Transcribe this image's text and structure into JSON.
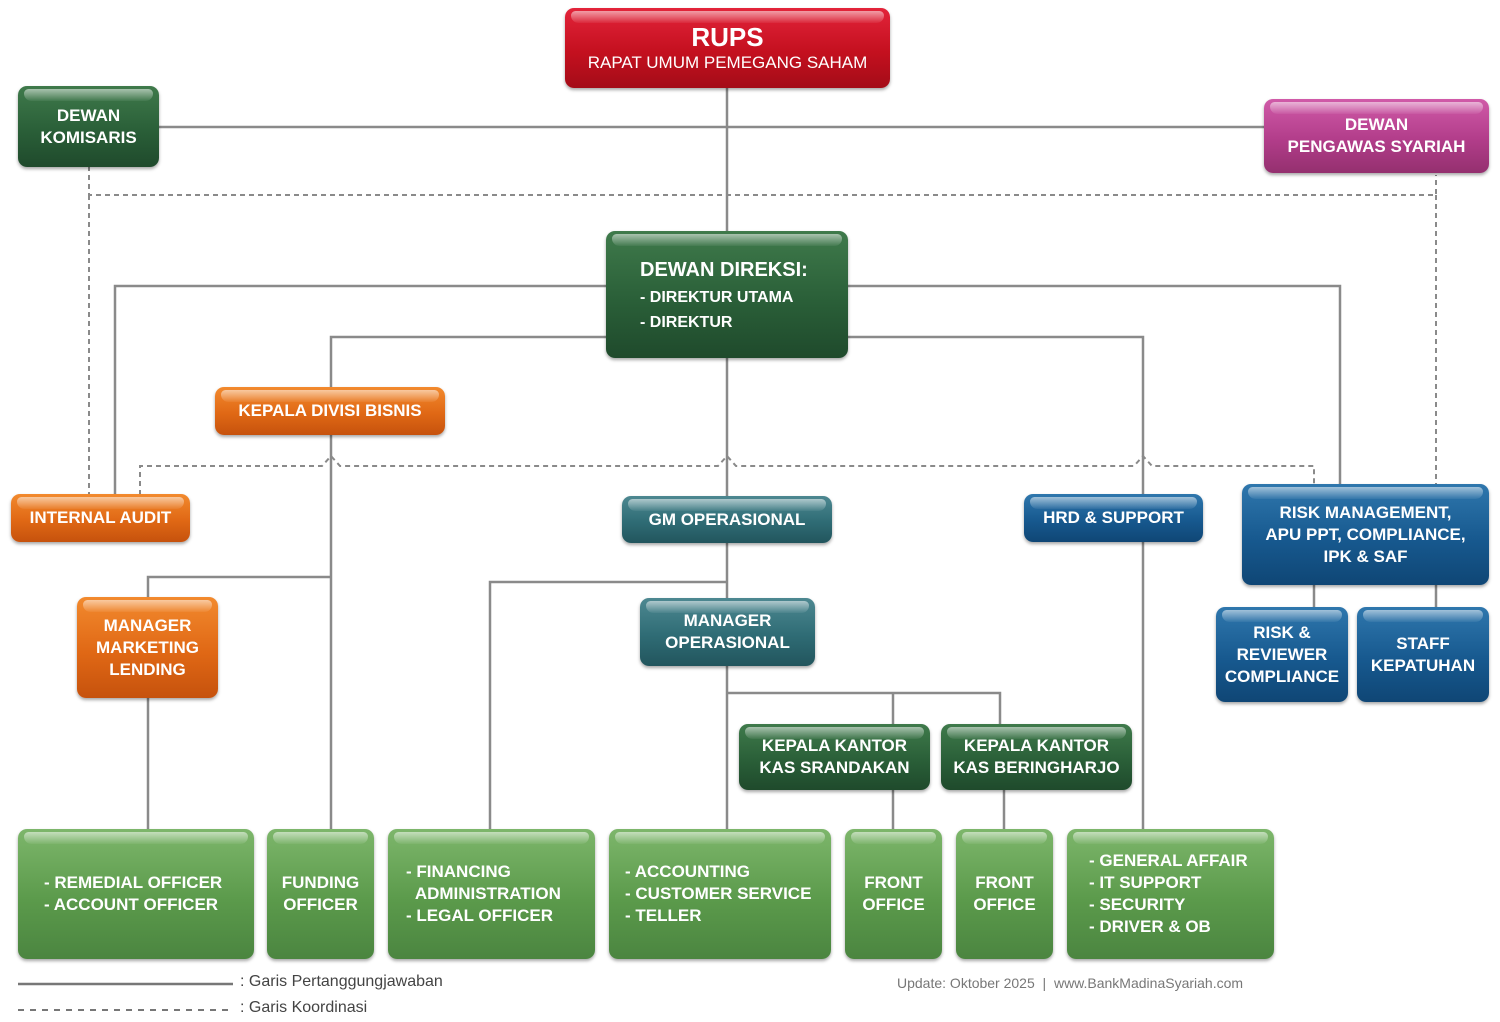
{
  "rups": {
    "title": "RUPS",
    "subtitle": "RAPAT UMUM PEMEGANG SAHAM"
  },
  "komisaris": [
    "DEWAN",
    "KOMISARIS"
  ],
  "dps": [
    "DEWAN",
    "PENGAWAS SYARIAH"
  ],
  "direksi": {
    "title": "DEWAN DIREKSI:",
    "items": [
      "- DIREKTUR UTAMA",
      "- DIREKTUR"
    ]
  },
  "kadiv_bisnis": "KEPALA DIVISI BISNIS",
  "internal_audit": "INTERNAL AUDIT",
  "gm_operasional": "GM OPERASIONAL",
  "hrd_support": "HRD & SUPPORT",
  "risk_mgmt": [
    "RISK MANAGEMENT,",
    "APU PPT, COMPLIANCE,",
    "IPK & SAF"
  ],
  "manager_marketing": [
    "MANAGER",
    "MARKETING",
    "LENDING"
  ],
  "manager_operasional": [
    "MANAGER",
    "OPERASIONAL"
  ],
  "risk_reviewer": [
    "RISK &",
    "REVIEWER",
    "COMPLIANCE"
  ],
  "staff_kepatuhan": [
    "STAFF",
    "KEPATUHAN"
  ],
  "kk_srandakan": [
    "KEPALA KANTOR",
    "KAS SRANDAKAN"
  ],
  "kk_beringharjo": [
    "KEPALA KANTOR",
    "KAS BERINGHARJO"
  ],
  "bottom": {
    "remedial": [
      "- REMEDIAL OFFICER",
      "- ACCOUNT OFFICER"
    ],
    "funding": [
      "FUNDING",
      "OFFICER"
    ],
    "financing": [
      "- FINANCING",
      "  ADMINISTRATION",
      "- LEGAL OFFICER"
    ],
    "accounting": [
      "- ACCOUNTING",
      "- CUSTOMER SERVICE",
      "- TELLER"
    ],
    "front1": [
      "FRONT",
      "OFFICE"
    ],
    "front2": [
      "FRONT",
      "OFFICE"
    ],
    "general": [
      "- GENERAL AFFAIR",
      "- IT SUPPORT",
      "- SECURITY",
      "- DRIVER & OB"
    ]
  },
  "legend": {
    "solid": ": Garis Pertanggungjawaban",
    "dashed": ": Garis Koordinasi"
  },
  "footer": "Update: Oktober 2025  |  www.BankMadinaSyariah.com"
}
